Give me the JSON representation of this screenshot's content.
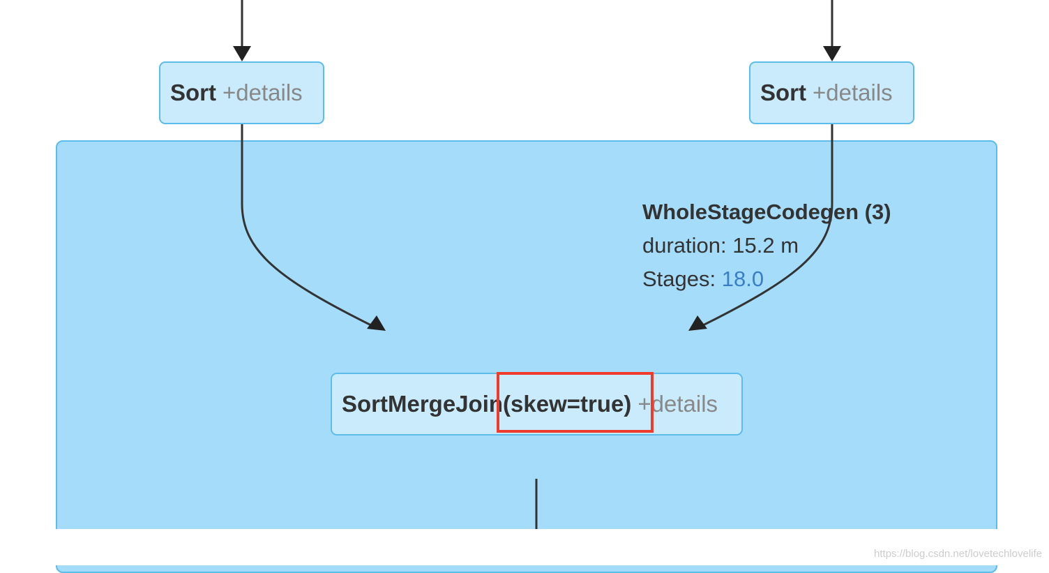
{
  "plan": {
    "sort_left": {
      "operator": "Sort",
      "details_label": "+details"
    },
    "sort_right": {
      "operator": "Sort",
      "details_label": "+details"
    },
    "smj": {
      "operator": "SortMergeJoin(skew=true)",
      "details_label": "+details"
    },
    "cluster": {
      "title": "WholeStageCodegen (3)",
      "duration_label": "duration: 15.2 m",
      "stages_label": "Stages: ",
      "stages_value": "18.0"
    }
  },
  "watermark": "https://blog.csdn.net/lovetechlovelife",
  "colors": {
    "cluster_fill": "#a4dcf9",
    "node_fill": "#c9ebfc",
    "border": "#5cbcec",
    "edge": "#333333",
    "highlight": "#ee3b2c",
    "link": "#3a7ec7"
  }
}
